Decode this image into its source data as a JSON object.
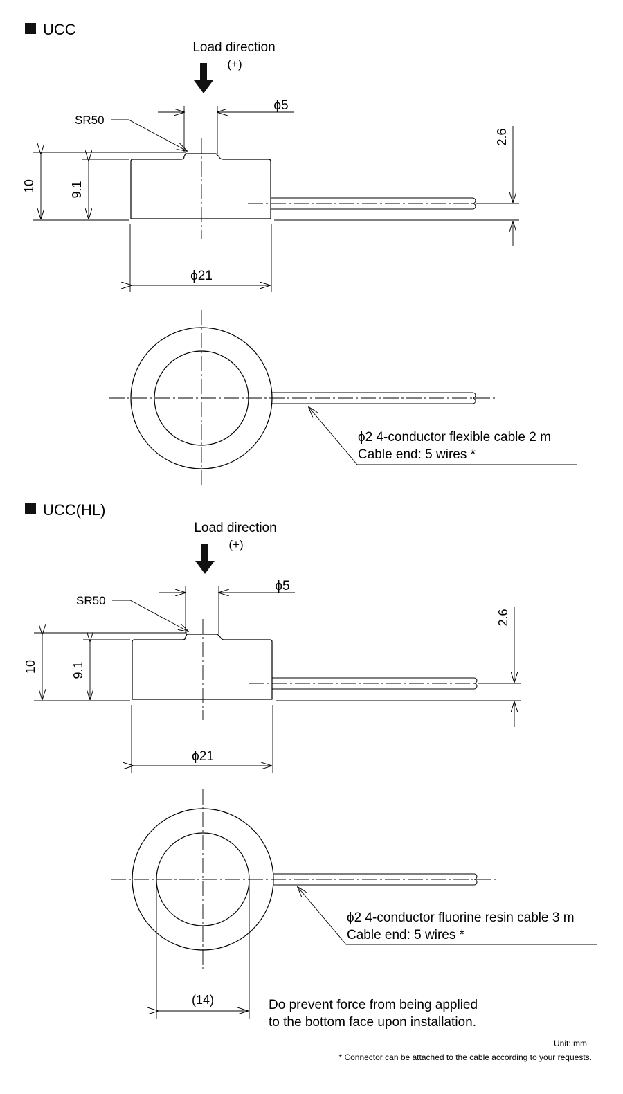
{
  "sections": [
    {
      "title": "UCC",
      "load_direction": "Load direction",
      "load_sign": "(+)",
      "sr_label": "SR50",
      "phi_top": "ϕ5",
      "dim_height_total": "10",
      "dim_height_body": "9.1",
      "dim_cable_offset": "2.6",
      "phi_diameter": "ϕ21",
      "cable_line1": "ϕ2 4-conductor flexible cable 2 m",
      "cable_line2": "Cable end: 5 wires *"
    },
    {
      "title": "UCC(HL)",
      "load_direction": "Load direction",
      "load_sign": "(+)",
      "sr_label": "SR50",
      "phi_top": "ϕ5",
      "dim_height_total": "10",
      "dim_height_body": "9.1",
      "dim_cable_offset": "2.6",
      "phi_diameter": "ϕ21",
      "cable_line1": "ϕ2 4-conductor fluorine resin cable 3 m",
      "cable_line2": "Cable end: 5 wires *",
      "inner_dim": "(14)"
    }
  ],
  "notes": {
    "install_line1": "Do prevent force from being applied",
    "install_line2": "to the bottom face upon installation.",
    "unit": "Unit: mm",
    "connector": "* Connector can be attached to the cable according to your requests."
  }
}
